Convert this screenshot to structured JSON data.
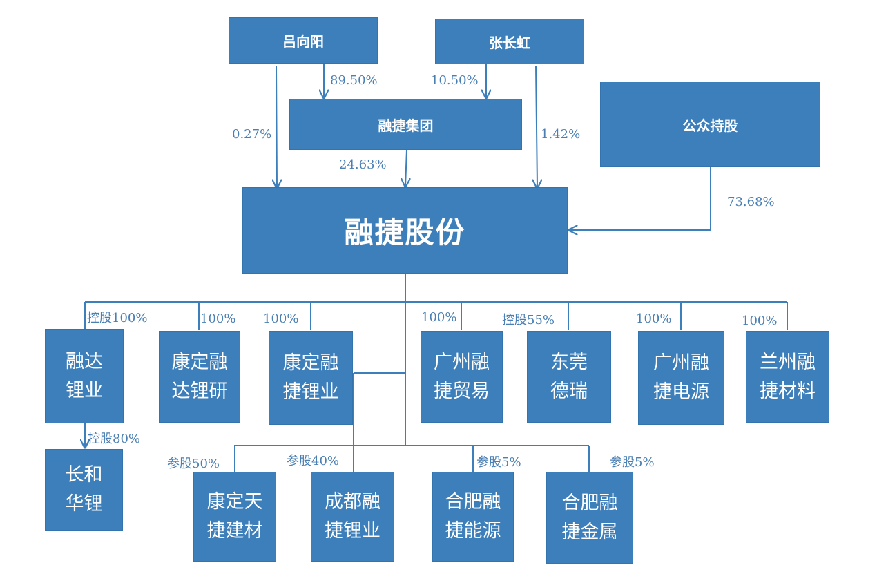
{
  "shareholders": {
    "lv": "吕向阳",
    "zhang": "张长虹",
    "group": "融捷集团",
    "public": "公众持股"
  },
  "main_company": "融捷股份",
  "ownership_labels": {
    "lv_to_group": "89.50%",
    "zhang_to_group": "10.50%",
    "lv_to_main": "0.27%",
    "group_to_main": "24.63%",
    "zhang_to_main": "1.42%",
    "public_to_main": "73.68%"
  },
  "subsidiaries": [
    {
      "line1": "融达",
      "line2": "锂业",
      "label": "控股100%"
    },
    {
      "line1": "康定融",
      "line2": "达锂研",
      "label": "100%"
    },
    {
      "line1": "康定融",
      "line2": "捷锂业",
      "label": "100%"
    },
    {
      "line1": "广州融",
      "line2": "捷贸易",
      "label": "100%"
    },
    {
      "line1": "东莞",
      "line2": "德瑞",
      "label": "控股55%"
    },
    {
      "line1": "广州融",
      "line2": "捷电源",
      "label": "100%"
    },
    {
      "line1": "兰州融",
      "line2": "捷材料",
      "label": "100%"
    }
  ],
  "second_tier": [
    {
      "line1": "长和",
      "line2": "华锂",
      "label": "控股80%"
    },
    {
      "line1": "康定天",
      "line2": "捷建材",
      "label": "参股50%"
    },
    {
      "line1": "成都融",
      "line2": "捷锂业",
      "label": "参股40%"
    },
    {
      "line1": "合肥融",
      "line2": "捷能源",
      "label": "参股5%"
    },
    {
      "line1": "合肥融",
      "line2": "捷金属",
      "label": "参股5%"
    }
  ]
}
